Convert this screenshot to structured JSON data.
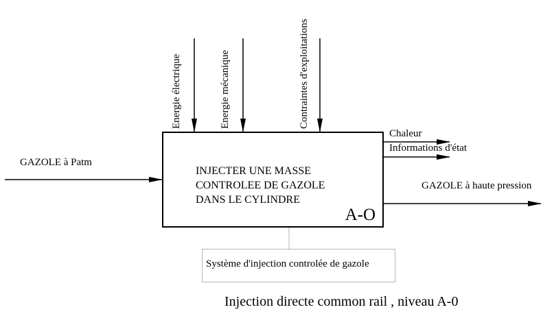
{
  "diagram": {
    "type": "IDEF0",
    "function_box": {
      "label": "INJECTER UNE MASSE\nCONTROLEE DE GAZOLE\nDANS LE CYLINDRE",
      "node_id": "A-O"
    },
    "inputs": [
      {
        "label": "GAZOLE à Patm"
      }
    ],
    "controls": [
      {
        "label": "Energie électrique"
      },
      {
        "label": "Energie mécanique"
      },
      {
        "label": "Contraintes d'exploitations"
      }
    ],
    "outputs": [
      {
        "label": "Chaleur"
      },
      {
        "label": "Informations d'état"
      },
      {
        "label": "GAZOLE à haute pression"
      }
    ],
    "mechanism": {
      "label": "Système d'injection controlée de gazole"
    },
    "caption": "Injection directe common rail , niveau A-0"
  }
}
